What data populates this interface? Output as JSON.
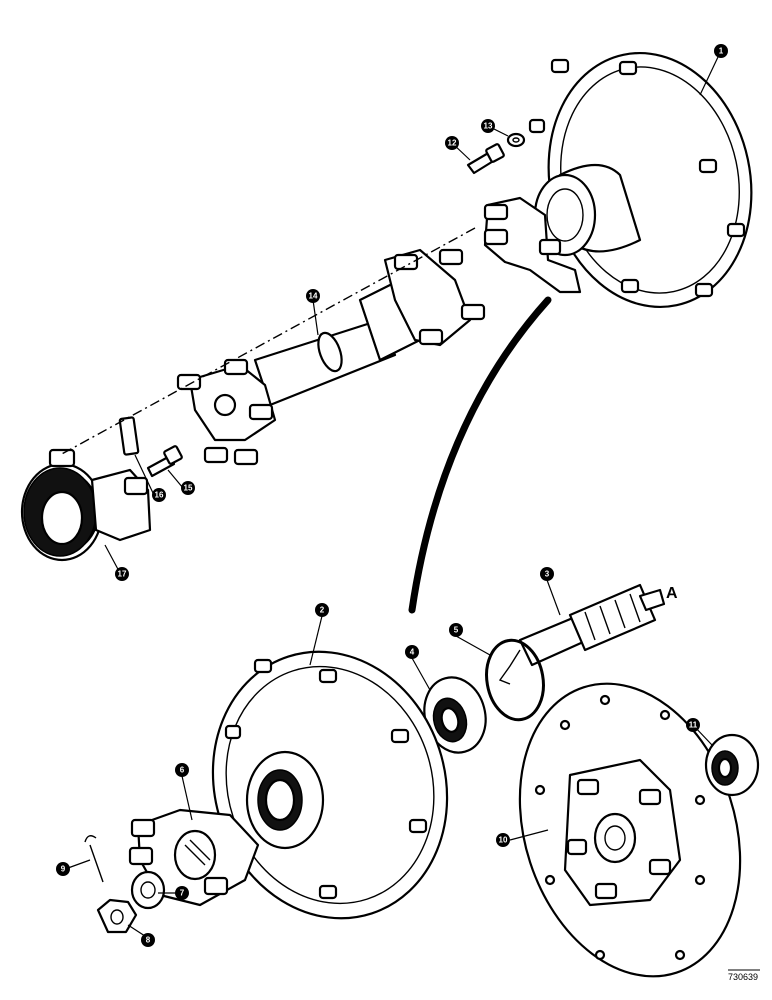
{
  "figure": {
    "reference_letter": "A",
    "figure_number": "730639"
  },
  "callouts": [
    {
      "id": "c1",
      "label": "1"
    },
    {
      "id": "c2",
      "label": "2"
    },
    {
      "id": "c3",
      "label": "3"
    },
    {
      "id": "c4",
      "label": "4"
    },
    {
      "id": "c5",
      "label": "5"
    },
    {
      "id": "c6",
      "label": "6"
    },
    {
      "id": "c7",
      "label": "7"
    },
    {
      "id": "c8",
      "label": "8"
    },
    {
      "id": "c9",
      "label": "9"
    },
    {
      "id": "c10",
      "label": "10"
    },
    {
      "id": "c11",
      "label": "11"
    },
    {
      "id": "c12",
      "label": "12"
    },
    {
      "id": "c13",
      "label": "13"
    },
    {
      "id": "c14",
      "label": "14"
    },
    {
      "id": "c15",
      "label": "15"
    },
    {
      "id": "c16",
      "label": "16"
    },
    {
      "id": "c17",
      "label": "17"
    }
  ]
}
